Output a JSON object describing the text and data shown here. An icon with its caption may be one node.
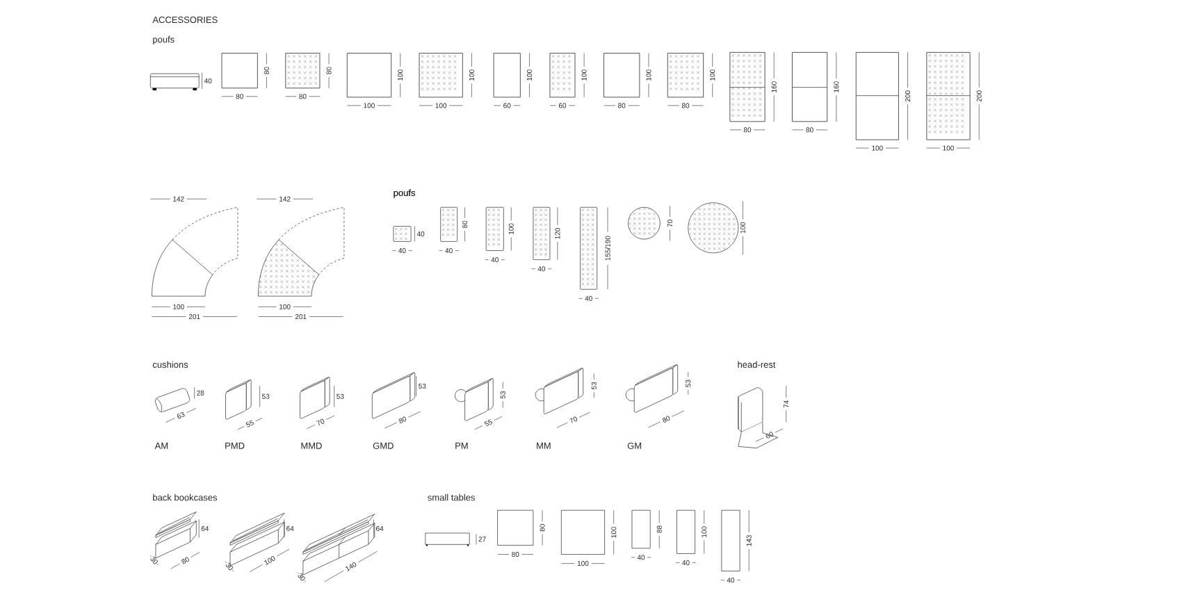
{
  "diagram": {
    "title": "ACCESSORIES",
    "labels": [
      "poufs",
      "40",
      "80",
      "80",
      "80",
      "80",
      "100",
      "100",
      "100",
      "100",
      "100",
      "60",
      "100",
      "60",
      "100",
      "80",
      "100",
      "80",
      "160",
      "80",
      "160",
      "80",
      "200",
      "100",
      "200",
      "100",
      "poufs",
      "142",
      "100",
      "201",
      "142",
      "100",
      "201",
      "40",
      "40",
      "80",
      "40",
      "100",
      "40",
      "120",
      "40",
      "155/190",
      "40",
      "70",
      "100",
      "cushions",
      "head-rest",
      "28",
      "63",
      "53",
      "55",
      "53",
      "70",
      "53",
      "80",
      "53",
      "55",
      "53",
      "70",
      "53",
      "80",
      "74",
      "60",
      "AM",
      "PMD",
      "MMD",
      "GMD",
      "PM",
      "MM",
      "GM",
      "back bookcases",
      "small tables",
      "64",
      "30",
      "80",
      "64",
      "30",
      "100",
      "64",
      "30",
      "140",
      "27",
      "80",
      "80",
      "100",
      "100",
      "88",
      "40",
      "100",
      "40",
      "143",
      "40"
    ]
  }
}
